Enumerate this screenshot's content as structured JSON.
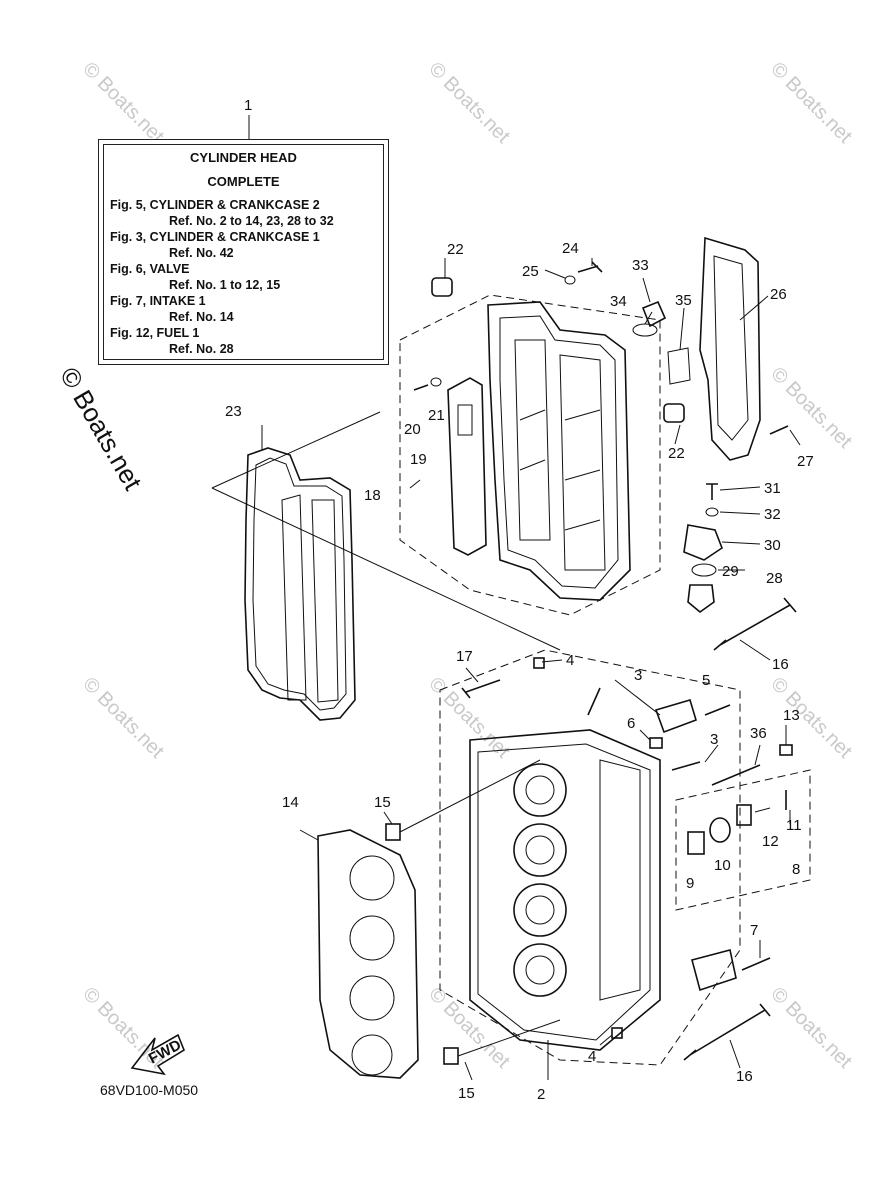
{
  "reference_box": {
    "title_line1": "CYLINDER  HEAD",
    "title_line2": "COMPLETE",
    "lines": [
      "Fig. 5, CYLINDER & CRANKCASE 2",
      "Ref. No. 2 to 14, 23, 28 to 32",
      "Fig. 3, CYLINDER & CRANKCASE 1",
      "Ref. No. 42",
      "Fig. 6, VALVE",
      "Ref. No. 1 to 12, 15",
      "Fig. 7, INTAKE 1",
      "Ref. No. 14",
      "Fig. 12, FUEL 1",
      "Ref. No. 28"
    ]
  },
  "diagram_code": "68VD100-M050",
  "fwd_label": "FWD",
  "watermark": "© Boats.net",
  "callouts": {
    "c1": "1",
    "c2": "2",
    "c3a": "3",
    "c3b": "3",
    "c4a": "4",
    "c4b": "4",
    "c5": "5",
    "c6": "6",
    "c7": "7",
    "c8": "8",
    "c9": "9",
    "c10": "10",
    "c11": "11",
    "c12": "12",
    "c13": "13",
    "c14": "14",
    "c15a": "15",
    "c15b": "15",
    "c16a": "16",
    "c16b": "16",
    "c17": "17",
    "c18": "18",
    "c19": "19",
    "c20": "20",
    "c21": "21",
    "c22a": "22",
    "c22b": "22",
    "c23": "23",
    "c24": "24",
    "c25": "25",
    "c26": "26",
    "c27": "27",
    "c28": "28",
    "c29": "29",
    "c30": "30",
    "c31": "31",
    "c32": "32",
    "c33": "33",
    "c34": "34",
    "c35": "35",
    "c36": "36"
  }
}
